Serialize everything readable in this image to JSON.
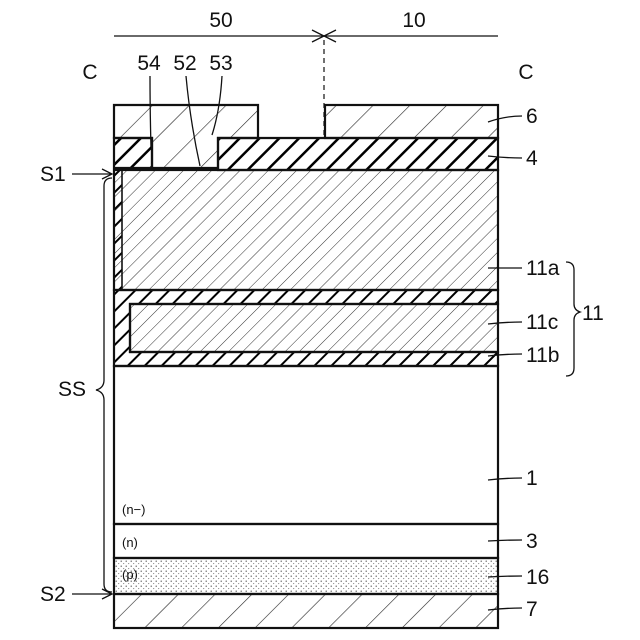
{
  "dims": {
    "top_left": "50",
    "top_right": "10"
  },
  "corner_labels": {
    "left": "C",
    "right": "C"
  },
  "gate_labels": {
    "a": "54",
    "b": "52",
    "c": "53"
  },
  "surface_labels": {
    "s1": "S1",
    "s2": "S2",
    "ss": "SS"
  },
  "layer_labels": {
    "l6": "6",
    "l4": "4",
    "l11a": "11a",
    "l11c": "11c",
    "l11b": "11b",
    "l11": "11",
    "l1": "1",
    "l3": "3",
    "l16": "16",
    "l7": "7"
  },
  "doping": {
    "n_minus": "(n−)",
    "n": "(n)",
    "p": "(p)"
  }
}
